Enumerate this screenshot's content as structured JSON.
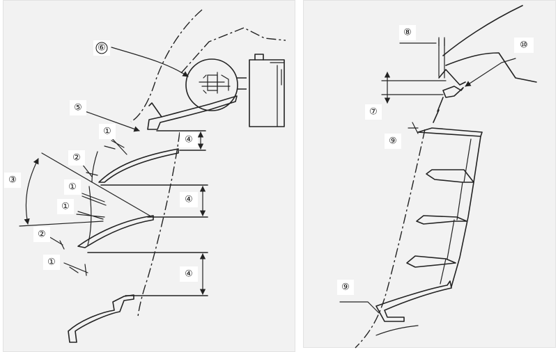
{
  "figure": {
    "labels": {
      "one": "①",
      "two": "②",
      "three": "③",
      "four": "④",
      "five": "⑤",
      "six": "⑥",
      "seven": "⑦",
      "eight": "⑧",
      "nine": "⑨",
      "ten": "⑩"
    }
  }
}
